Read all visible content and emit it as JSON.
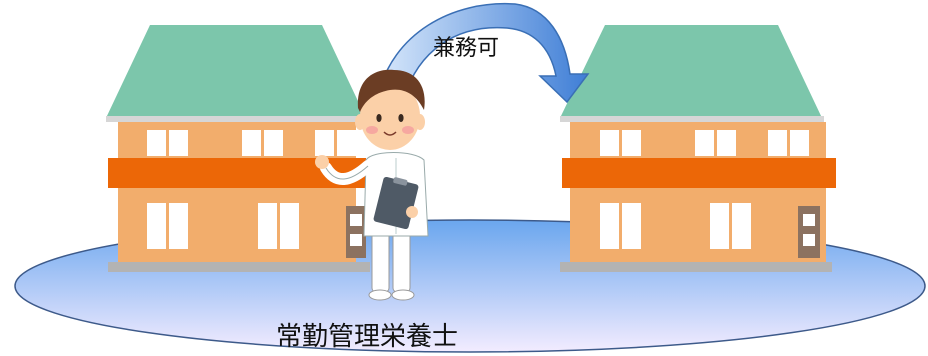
{
  "diagram": {
    "arrow_label": "兼務可",
    "bottom_label": "常勤管理栄養士",
    "nodes": [
      {
        "id": "facility-left",
        "kind": "house"
      },
      {
        "id": "facility-right",
        "kind": "house"
      },
      {
        "id": "dietitian",
        "kind": "person"
      }
    ],
    "edges": [
      {
        "from": "facility-left",
        "to": "facility-right",
        "label_key": "arrow_label",
        "style": "curved-arrow"
      }
    ]
  },
  "colors": {
    "roof": "#7cc6ab",
    "wall": "#f2ad6c",
    "band": "#ec6707",
    "window": "#ffffff",
    "base": "#b3b3b3",
    "door": "#8c7260",
    "ground_top": "#6aa6ee",
    "ground_bottom": "#f3ecff",
    "arrow_light": "#d8e8fb",
    "arrow_dark": "#3f7ed6",
    "skin": "#fbd0a8",
    "hair": "#6b3d24",
    "uniform": "#ffffff",
    "pants": "#ffffff",
    "clipboard": "#4f5a66"
  }
}
